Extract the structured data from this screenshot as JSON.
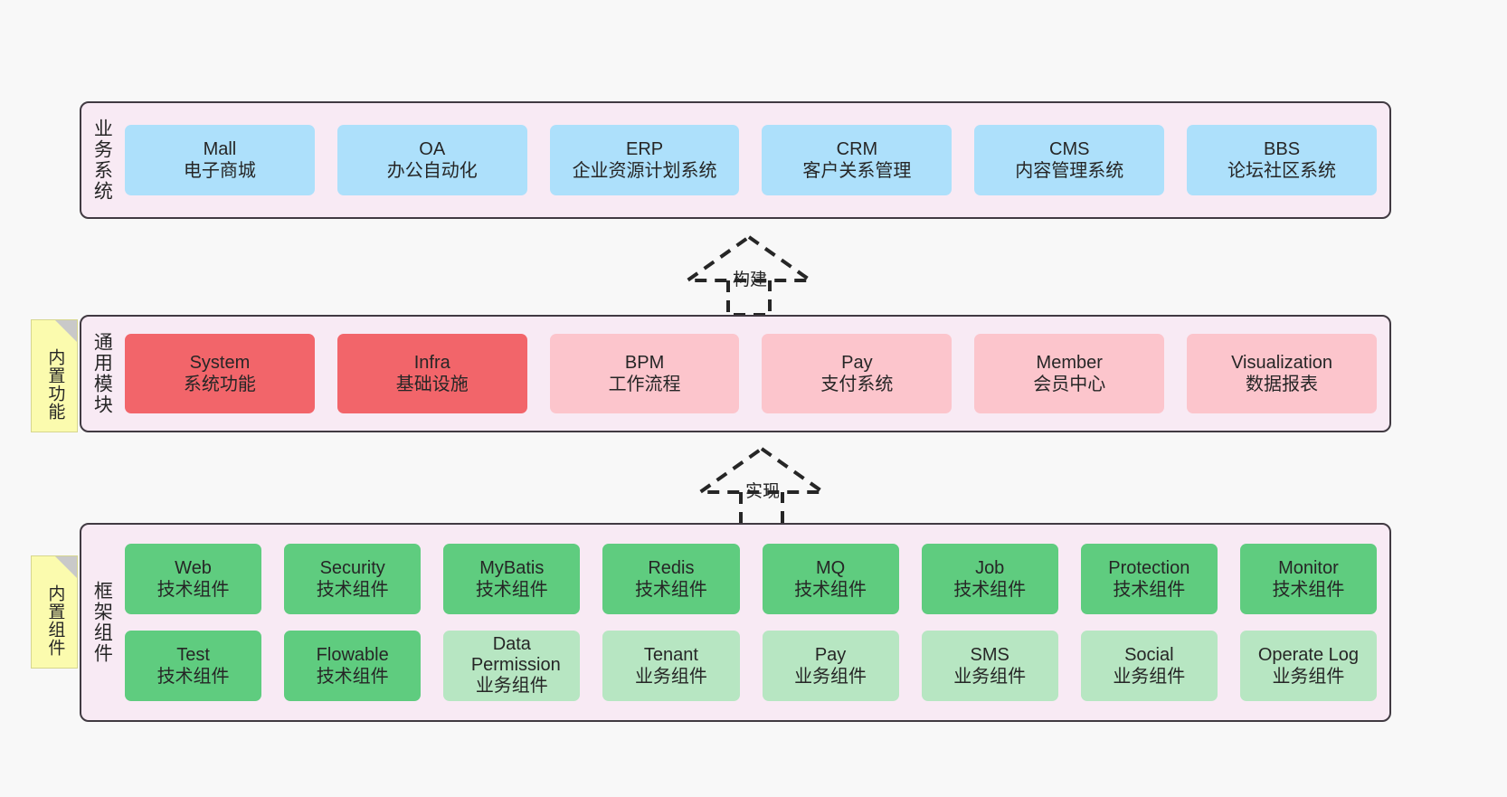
{
  "diagram": {
    "background_color": "#f8f8f8",
    "panel_color": "#f8eaf4",
    "panel_border_color": "#413a42"
  },
  "layers": [
    {
      "id": "business-system",
      "title": "业务系统",
      "card_color": "#ade0fb",
      "rows": [
        {
          "cards": [
            {
              "name": "Mall",
              "desc": "电子商城",
              "color": "#ade0fb"
            },
            {
              "name": "OA",
              "desc": "办公自动化",
              "color": "#ade0fb"
            },
            {
              "name": "ERP",
              "desc": "企业资源计划系统",
              "color": "#ade0fb"
            },
            {
              "name": "CRM",
              "desc": "客户关系管理",
              "color": "#ade0fb"
            },
            {
              "name": "CMS",
              "desc": "内容管理系统",
              "color": "#ade0fb"
            },
            {
              "name": "BBS",
              "desc": "论坛社区系统",
              "color": "#ade0fb"
            }
          ]
        }
      ]
    },
    {
      "id": "common-module",
      "title": "通用模块",
      "note": "内置功能",
      "rows": [
        {
          "cards": [
            {
              "name": "System",
              "desc": "系统功能",
              "color": "#f2656a"
            },
            {
              "name": "Infra",
              "desc": "基础设施",
              "color": "#f2656a"
            },
            {
              "name": "BPM",
              "desc": "工作流程",
              "color": "#fcc5cc"
            },
            {
              "name": "Pay",
              "desc": "支付系统",
              "color": "#fcc5cc"
            },
            {
              "name": "Member",
              "desc": "会员中心",
              "color": "#fcc5cc"
            },
            {
              "name": "Visualization",
              "desc": "数据报表",
              "color": "#fcc5cc"
            }
          ]
        }
      ]
    },
    {
      "id": "framework-component",
      "title": "框架组件",
      "note": "内置组件",
      "rows": [
        {
          "cards": [
            {
              "name": "Web",
              "desc": "技术组件",
              "color": "#5fcc7f"
            },
            {
              "name": "Security",
              "desc": "技术组件",
              "color": "#5fcc7f"
            },
            {
              "name": "MyBatis",
              "desc": "技术组件",
              "color": "#5fcc7f"
            },
            {
              "name": "Redis",
              "desc": "技术组件",
              "color": "#5fcc7f"
            },
            {
              "name": "MQ",
              "desc": "技术组件",
              "color": "#5fcc7f"
            },
            {
              "name": "Job",
              "desc": "技术组件",
              "color": "#5fcc7f"
            },
            {
              "name": "Protection",
              "desc": "技术组件",
              "color": "#5fcc7f"
            },
            {
              "name": "Monitor",
              "desc": "技术组件",
              "color": "#5fcc7f"
            }
          ]
        },
        {
          "cards": [
            {
              "name": "Test",
              "desc": "技术组件",
              "color": "#5fcc7f"
            },
            {
              "name": "Flowable",
              "desc": "技术组件",
              "color": "#5fcc7f"
            },
            {
              "name": "Data Permission",
              "desc": "业务组件",
              "color": "#b7e6c2"
            },
            {
              "name": "Tenant",
              "desc": "业务组件",
              "color": "#b7e6c2"
            },
            {
              "name": "Pay",
              "desc": "业务组件",
              "color": "#b7e6c2"
            },
            {
              "name": "SMS",
              "desc": "业务组件",
              "color": "#b7e6c2"
            },
            {
              "name": "Social",
              "desc": "业务组件",
              "color": "#b7e6c2"
            },
            {
              "name": "Operate Log",
              "desc": "业务组件",
              "color": "#b7e6c2"
            }
          ]
        }
      ]
    }
  ],
  "connectors": [
    {
      "id": "build",
      "label": "构建",
      "style": "dashed-generalization",
      "from": "common-module",
      "to": "business-system"
    },
    {
      "id": "realize",
      "label": "实现",
      "style": "dashed-generalization",
      "from": "framework-component",
      "to": "common-module"
    }
  ]
}
